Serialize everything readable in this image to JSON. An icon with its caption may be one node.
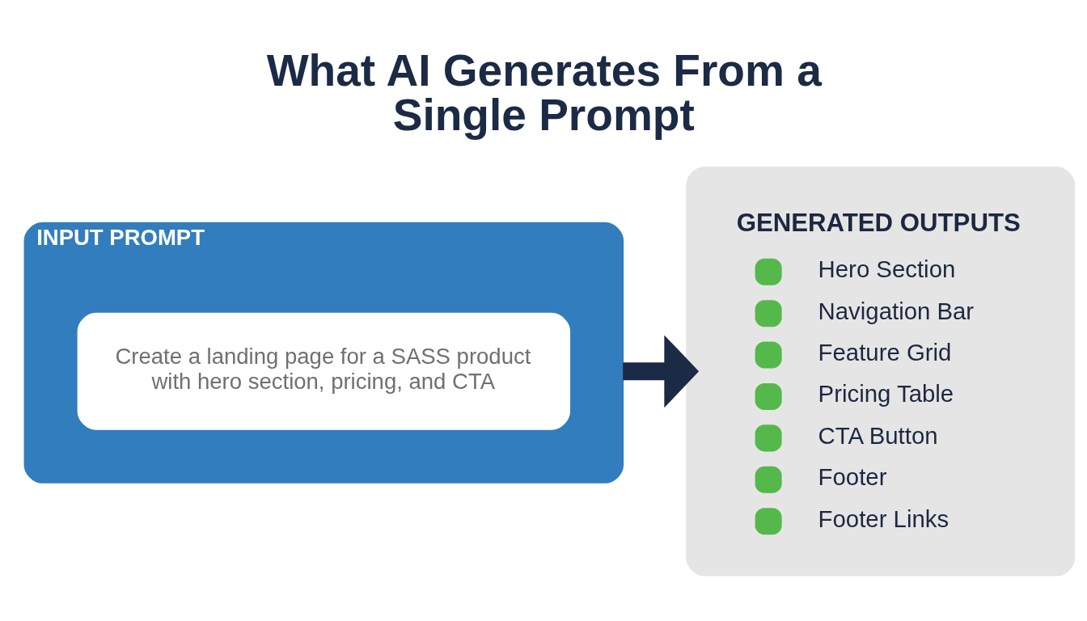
{
  "diagram": {
    "title": "What AI Generates From a Single Prompt",
    "nodes": [
      {
        "text": [
          "INPUT PROMPT"
        ]
      },
      {
        "text": [
          "Create a landing page for a SASS product with hero section, pricing, and CTA"
        ],
        "in": 0
      },
      {
        "text": [
          "GENERATED OUTPUTS",
          "Hero Section",
          "Navigation Bar",
          "Feature Grid",
          "Pricing Table",
          "CTA Button",
          "Footer",
          "Footer Links"
        ]
      }
    ],
    "edges": [
      {
        "from": 0,
        "to": 2,
        "arrow": "to"
      }
    ]
  }
}
